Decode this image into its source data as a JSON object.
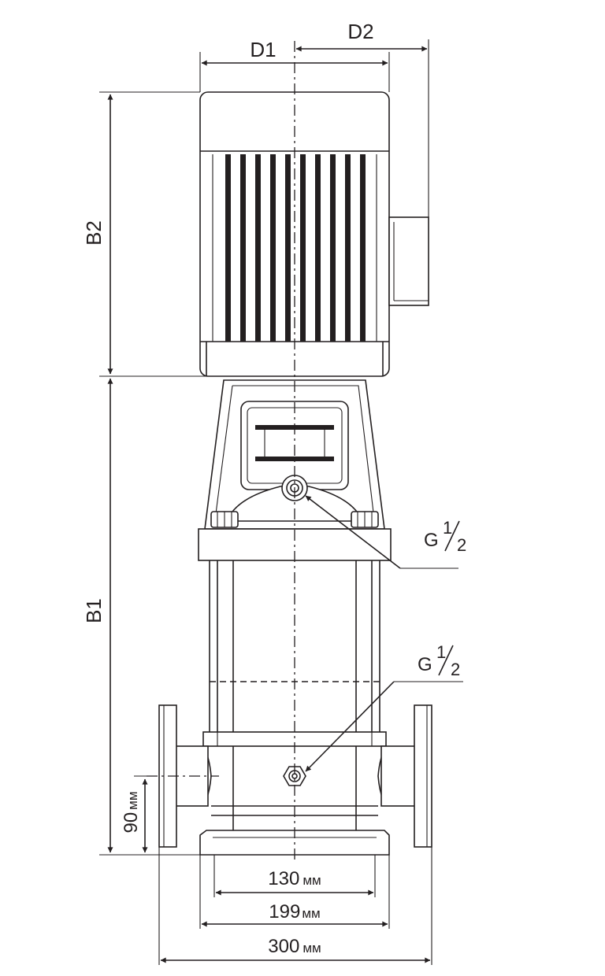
{
  "dimensions": {
    "d1": "D1",
    "d2": "D2",
    "b1": "B1",
    "b2": "B2",
    "height_90": "90",
    "width_130": "130",
    "width_199": "199",
    "width_300": "300",
    "unit": "мм"
  },
  "ports": {
    "g_letter": "G",
    "fraction_num": "1",
    "fraction_den": "2"
  }
}
